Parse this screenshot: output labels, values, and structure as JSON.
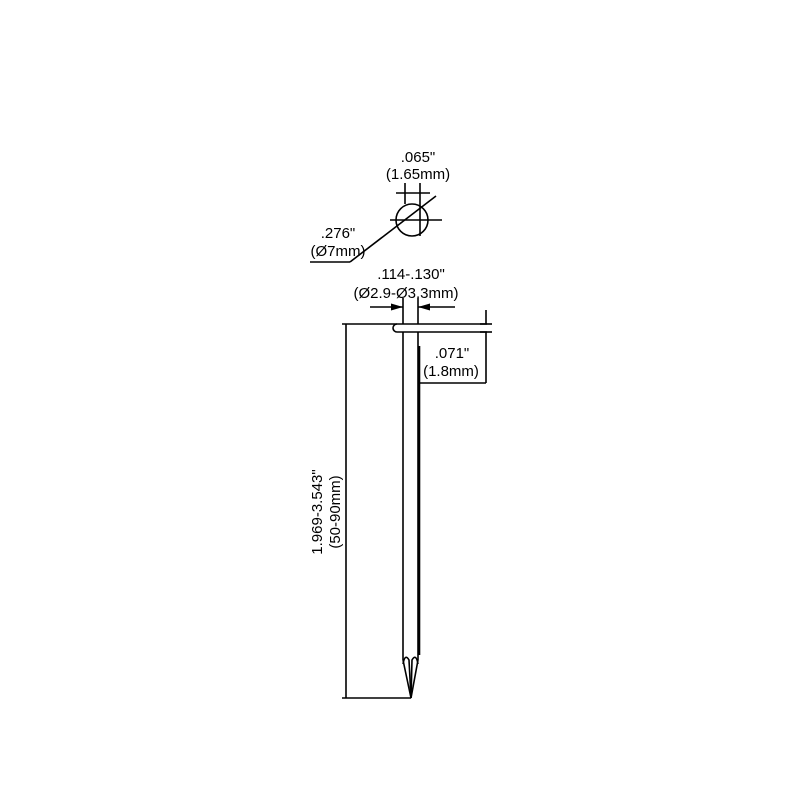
{
  "dimensions": {
    "head_thickness": {
      "imperial": ".065\"",
      "metric": "(1.65mm)"
    },
    "head_diameter": {
      "imperial": ".276\"",
      "metric": "(Ø7mm)"
    },
    "shank_diameter": {
      "imperial": ".114-.130\"",
      "metric": "(Ø2.9-Ø3.3mm)"
    },
    "collar_length": {
      "imperial": ".071\"",
      "metric": "(1.8mm)"
    },
    "overall_length": {
      "imperial": "1.969-3.543\"",
      "metric": "(50-90mm)"
    }
  }
}
